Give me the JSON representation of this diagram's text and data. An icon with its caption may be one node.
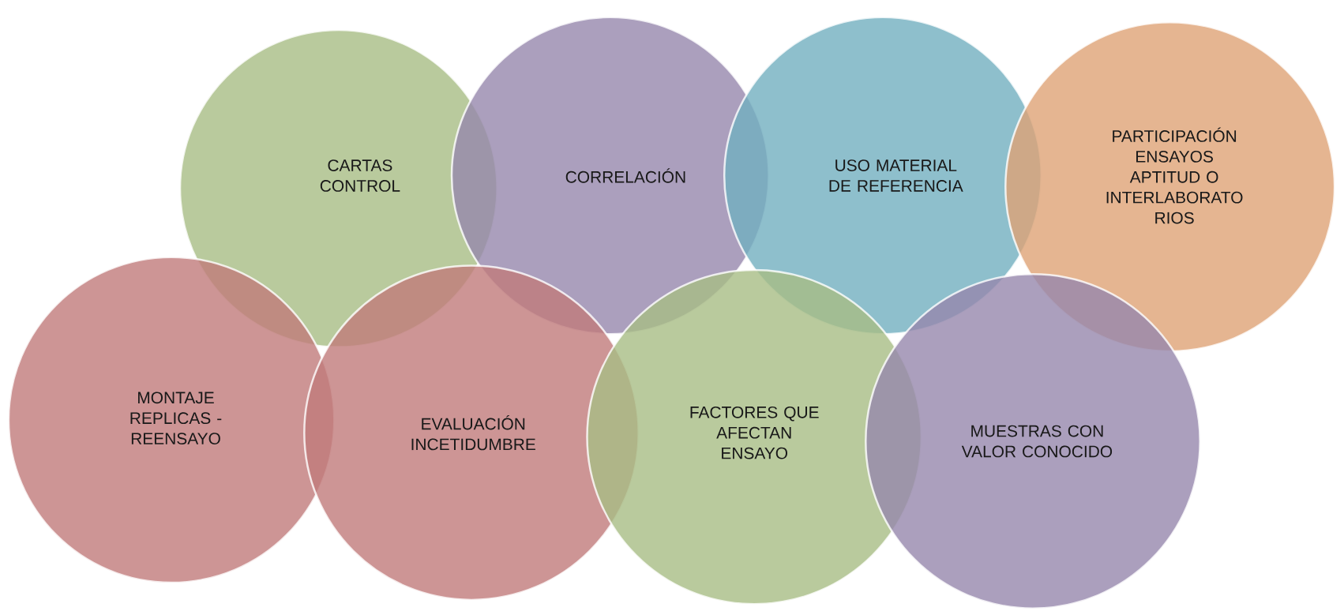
{
  "diagram": {
    "nodes": [
      {
        "text": [
          "CARTAS CONTROL"
        ]
      },
      {
        "text": [
          "CORRELACIÓN"
        ]
      },
      {
        "text": [
          "USO MATERIAL DE REFERENCIA"
        ]
      },
      {
        "text": [
          "PARTICIPACIÓN ENSAYOS APTITUD O INTERLABORATO RIOS"
        ]
      },
      {
        "text": [
          "MONTAJE REPLICAS - REENSAYO"
        ]
      },
      {
        "text": [
          "EVALUACIÓN INCETIDUMBRE"
        ]
      },
      {
        "text": [
          "FACTORES QUE AFECTAN ENSAYO"
        ]
      },
      {
        "text": [
          "MUESTRAS CON VALOR CONOCIDO"
        ]
      }
    ]
  }
}
